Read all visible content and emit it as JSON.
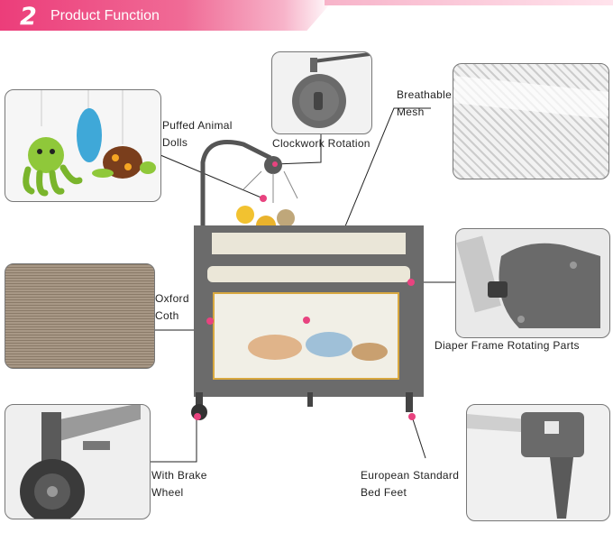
{
  "header": {
    "number": "2",
    "title": "Product Function"
  },
  "features": {
    "puffed": {
      "line1": "Puffed Animal",
      "line2": "Dolls"
    },
    "clockwork": {
      "text": "Clockwork Rotation"
    },
    "mesh": {
      "line1": "Breathable",
      "line2": "Mesh"
    },
    "oxford": {
      "line1": "Oxford",
      "line2": "Coth"
    },
    "diaper": {
      "text": "Diaper Frame Rotating Parts"
    },
    "brake": {
      "line1": "With Brake",
      "line2": "Wheel"
    },
    "feet": {
      "line1": "European Standard",
      "line2": "Bed Feet"
    }
  },
  "colors": {
    "accent": "#ec3d7a",
    "frame": "#555555",
    "marker": "#e8437f"
  }
}
